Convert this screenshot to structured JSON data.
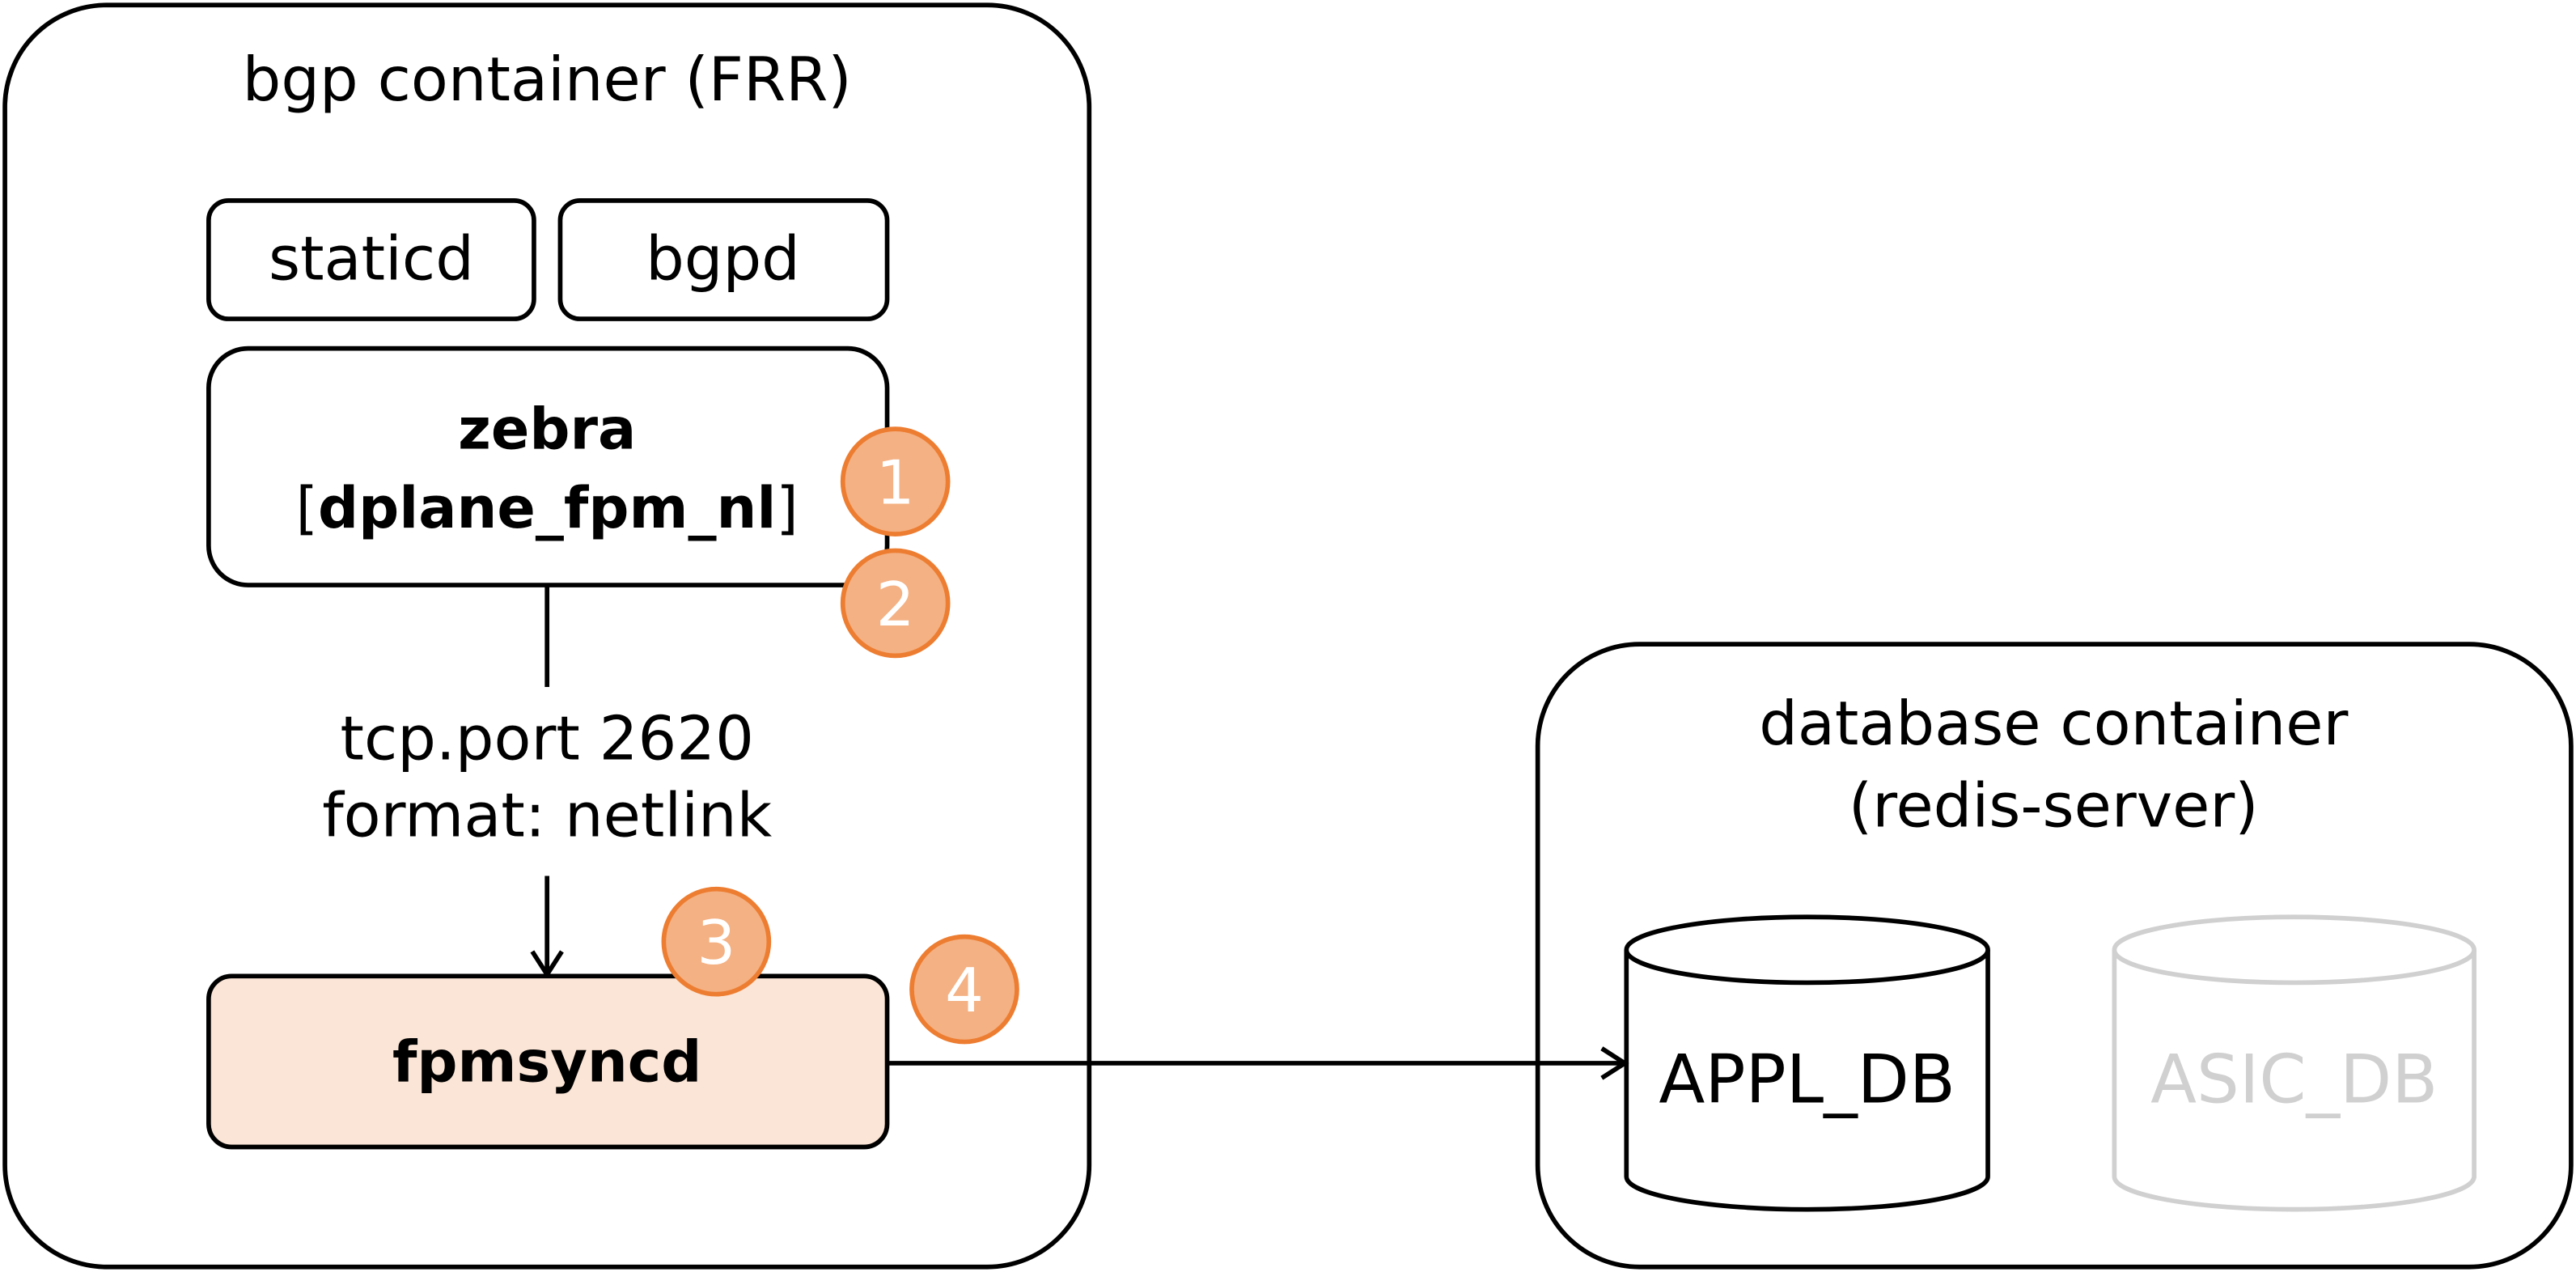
{
  "bgp_container": {
    "title": "bgp container (FRR)",
    "daemons": [
      "staticd",
      "bgpd"
    ],
    "zebra": {
      "name": "zebra",
      "plugin_bracket_open": "[",
      "plugin": "dplane_fpm_nl",
      "plugin_bracket_close": "]"
    },
    "connection": {
      "transport": "tcp.port 2620",
      "format": "format: netlink"
    },
    "fpmsyncd": "fpmsyncd"
  },
  "database_container": {
    "title": "database container",
    "subtitle": "(redis-server)",
    "databases": [
      {
        "name": "APPL_DB",
        "color": "#000000"
      },
      {
        "name": "ASIC_DB",
        "color": "#D0D0D0"
      }
    ]
  },
  "step_markers": [
    "1",
    "2",
    "3",
    "4"
  ],
  "colors": {
    "step_fill": "#F4B183",
    "step_stroke": "#ED7D31",
    "step_text": "#FFFFFF",
    "fpmsyncd_fill": "#FBE5D6",
    "outline": "#000000"
  }
}
